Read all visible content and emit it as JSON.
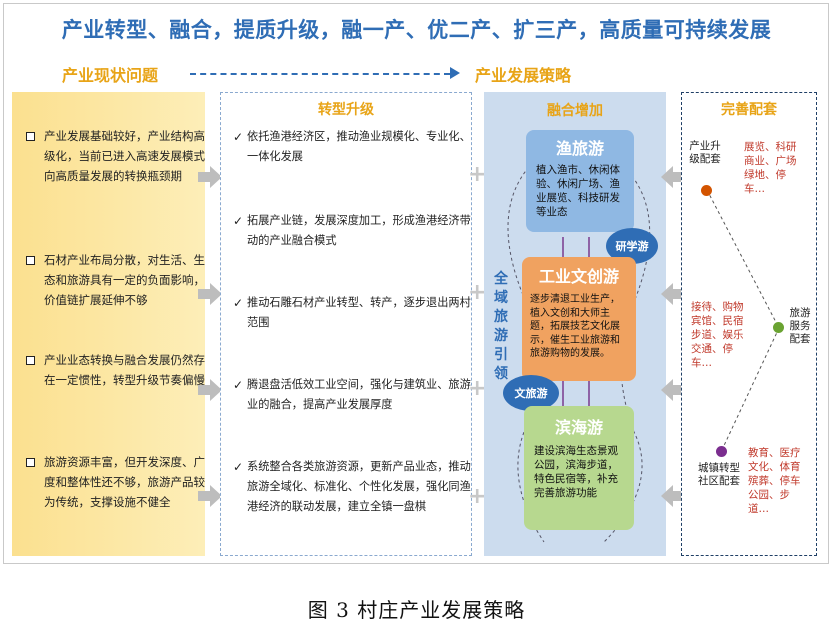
{
  "title": "产业转型、融合，提质升级，融一产、优二产、扩三产，高质量可持续发展",
  "left_header": "产业现状问题",
  "right_header": "产业发展策略",
  "issues": [
    "产业发展基础较好，产业结构高级化，当前已进入高速发展模式向高质量发展的转换瓶颈期",
    "石材产业布局分散，对生活、生态和旅游具有一定的负面影响，价值链扩展延伸不够",
    "产业业态转换与融合发展仍然存在一定惯性，转型升级节奏偏慢",
    "旅游资源丰富，但开发深度、广度和整体性还不够，旅游产品较为传统，支撑设施不健全"
  ],
  "upgrade": {
    "header": "转型升级",
    "items": [
      "依托渔港经济区，推动渔业规模化、专业化、一体化发展",
      "拓展产业链，发展深度加工，形成渔港经济带动的产业融合模式",
      "推动石雕石材产业转型、转产，逐步退出两村范围",
      "腾退盘活低效工业空间，强化与建筑业、旅游业的融合，提高产业发展厚度",
      "系统整合各类旅游资源，更新产品业态，推动旅游全域化、标准化、个性化发展，强化同渔港经济的联动发展，建立全镇一盘棋"
    ]
  },
  "fusion": {
    "header": "融合增加",
    "side_label": "全域旅游引领",
    "fishing": {
      "title": "渔旅游",
      "text": "植入渔市、休闲体验、休闲广场、渔业展览、科技研发等业态"
    },
    "study_tag": "研学游",
    "industrial": {
      "title": "工业文创游",
      "text": "逐步清退工业生产，植入文创和大师主题，拓展技艺文化展示，催生工业旅游和旅游购物的发展。"
    },
    "culture_tag": "文旅游",
    "coastal": {
      "title": "滨海游",
      "text": "建设滨海生态景观公园，滨海步道，特色民宿等，补充完善旅游功能"
    }
  },
  "support": {
    "header": "完善配套",
    "groups": [
      {
        "label": "产业升级配套",
        "items": "展览、科研商业、广场绿地、停车…"
      },
      {
        "label": "旅游服务配套",
        "items": "接待、购物宾馆、民宿步道、娱乐交通、停车…"
      },
      {
        "label": "城镇转型社区配套",
        "items": "教育、医疗文化、体育殡葬、停车公园、步道…"
      }
    ]
  },
  "colors": {
    "title": "#2f6db5",
    "header": "#e8a417",
    "issue_bg": "#fbe08f",
    "fusion_bg": "#ccdcee",
    "fishing_box": "#8fb8e3",
    "industrial_box": "#f0a260",
    "coastal_box": "#b7d88f",
    "circle": "#2f6db5",
    "support_text": "#c0392b",
    "dot_orange": "#d35400",
    "dot_green": "#6aa332",
    "dot_purple": "#7b2e8f"
  },
  "caption": "图 3 村庄产业发展策略"
}
